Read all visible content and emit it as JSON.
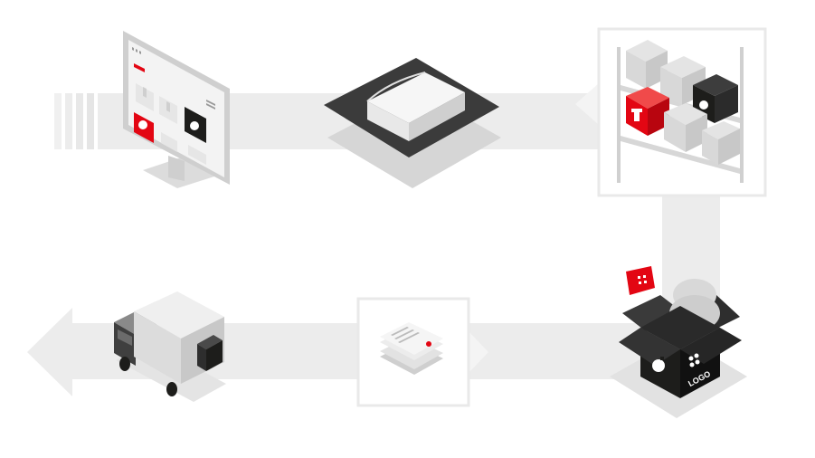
{
  "diagram": {
    "nodes": [
      {
        "id": "online-store",
        "icon": "monitor-icon"
      },
      {
        "id": "warehouse",
        "icon": "warehouse-icon"
      },
      {
        "id": "storage",
        "icon": "shelf-icon"
      },
      {
        "id": "packing",
        "icon": "box-icon",
        "label": "LOGO"
      },
      {
        "id": "documents",
        "icon": "documents-icon"
      },
      {
        "id": "delivery",
        "icon": "truck-icon"
      }
    ],
    "flow": [
      "online-store",
      "warehouse",
      "storage",
      "packing",
      "documents",
      "delivery"
    ],
    "colors": {
      "accent": "#e30613",
      "dark": "#1d1d1b",
      "band": "#ececec",
      "mid": "#cfcfcf",
      "light": "#f4f4f4",
      "frame": "#e9e9e9"
    }
  }
}
